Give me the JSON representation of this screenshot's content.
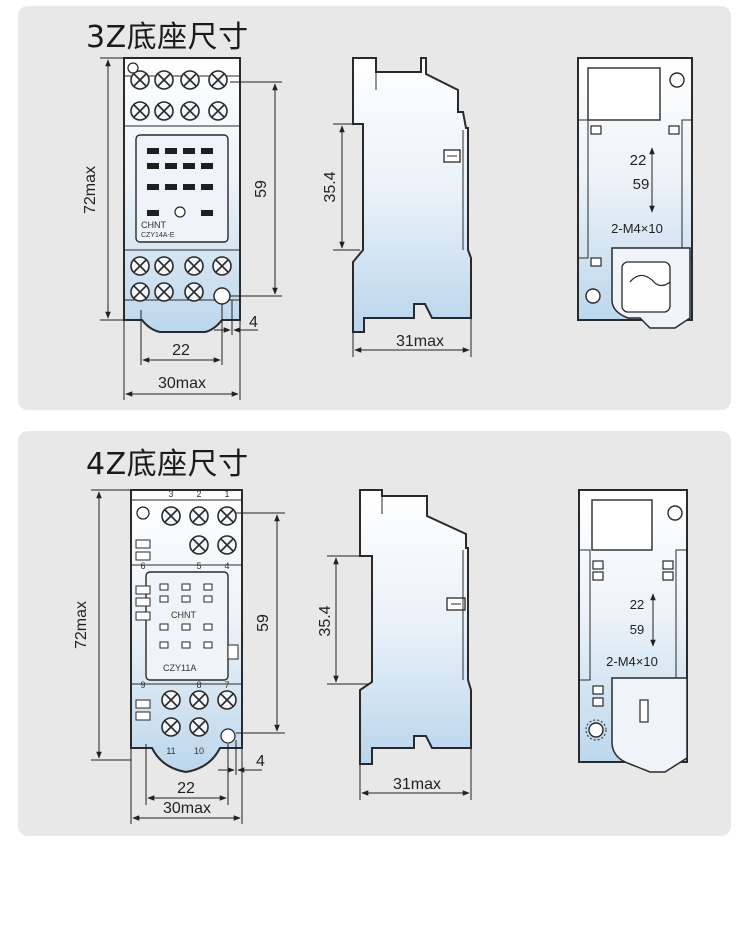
{
  "sections": [
    {
      "title": "3Z底座尺寸",
      "dims": {
        "height": "72max",
        "mount_height": "59",
        "width_inner": "22",
        "width_outer": "30max",
        "gap": "4",
        "rail": "35.4",
        "depth": "31max",
        "hole_spacing": "22",
        "hole_distance": "59",
        "screw": "2-M4×10"
      },
      "labels": {
        "brand": "CHNT",
        "model": "CZY14A-E"
      }
    },
    {
      "title": "4Z底座尺寸",
      "dims": {
        "height": "72max",
        "mount_height": "59",
        "width_inner": "22",
        "width_outer": "30max",
        "gap": "4",
        "rail": "35.4",
        "depth": "31max",
        "hole_spacing": "22",
        "hole_distance": "59",
        "screw": "2-M4×10"
      },
      "labels": {
        "brand": "CHNT",
        "model": "CZY11A",
        "terminals_top": [
          "3",
          "2",
          "1"
        ],
        "terminals_mid": [
          "6",
          "5",
          "4"
        ],
        "terminals_low": [
          "9",
          "8",
          "7"
        ],
        "terminals_bottom": [
          "11",
          "10"
        ]
      }
    }
  ],
  "colors": {
    "panel": "#e8e8e9",
    "body_fill": "#dbe9f3",
    "line": "#2a2a2a"
  }
}
